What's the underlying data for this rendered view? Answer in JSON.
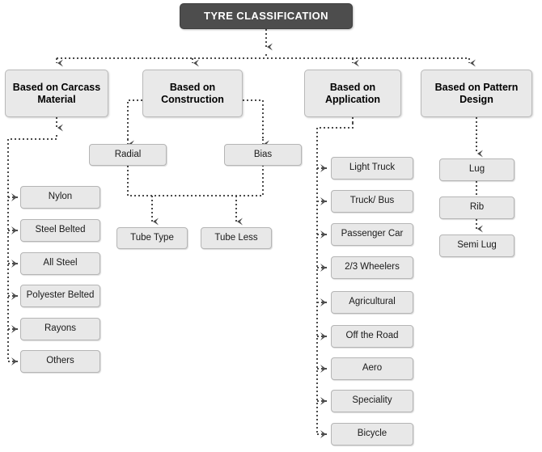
{
  "diagram": {
    "title": "TYRE CLASSIFICATION",
    "categories": [
      {
        "id": "carcass",
        "label": "Based on Carcass\nMaterial"
      },
      {
        "id": "construction",
        "label": "Based on\nConstruction"
      },
      {
        "id": "application",
        "label": "Based on\nApplication"
      },
      {
        "id": "pattern",
        "label": "Based on Pattern\nDesign"
      }
    ],
    "carcass_items": [
      {
        "label": "Nylon"
      },
      {
        "label": "Steel Belted"
      },
      {
        "label": "All Steel"
      },
      {
        "label": "Polyester Belted"
      },
      {
        "label": "Rayons"
      },
      {
        "label": "Others"
      }
    ],
    "construction_items": [
      {
        "label": "Radial"
      },
      {
        "label": "Bias"
      }
    ],
    "construction_sub_items": [
      {
        "label": "Tube Type"
      },
      {
        "label": "Tube Less"
      }
    ],
    "application_items": [
      {
        "label": "Light Truck"
      },
      {
        "label": "Truck/ Bus"
      },
      {
        "label": "Passenger Car"
      },
      {
        "label": "2/3 Wheelers"
      },
      {
        "label": "Agricultural"
      },
      {
        "label": "Off the Road"
      },
      {
        "label": "Aero"
      },
      {
        "label": "Speciality"
      },
      {
        "label": "Bicycle"
      }
    ],
    "pattern_items": [
      {
        "label": "Lug"
      },
      {
        "label": "Rib"
      },
      {
        "label": "Semi Lug"
      }
    ],
    "colors": {
      "title_fill": "#4d4d4d",
      "title_text": "#ffffff",
      "category_fill": "#e9e9e9",
      "leaf_fill": "#e8e8e8",
      "border": "#b5b5b5",
      "connector": "#4a4a4a",
      "background": "#ffffff"
    }
  }
}
